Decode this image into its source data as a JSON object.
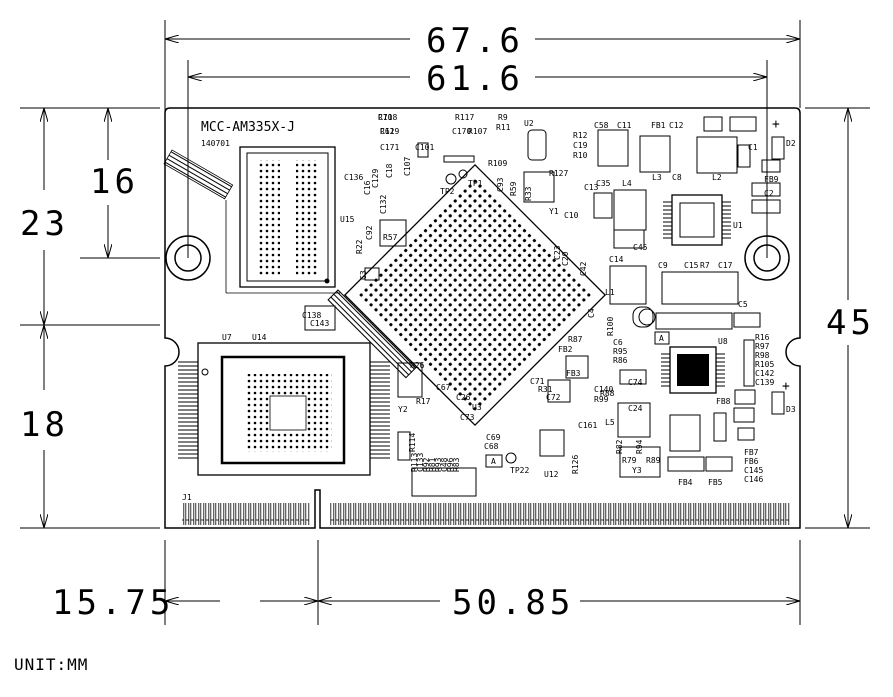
{
  "board": {
    "name": "MCC-AM335X-J",
    "date_code": "140701"
  },
  "dimensions": {
    "overall_width": "67.6",
    "hole_spacing": "61.6",
    "overall_height": "45",
    "top_to_hole": "16",
    "height_23": "23",
    "height_18": "18",
    "edge_offset": "15.75",
    "connector_length": "50.85"
  },
  "unit_label": "UNIT:MM",
  "components": {
    "u2": "U2",
    "u3": "U3",
    "u7": "U7",
    "u14": "U14",
    "u15": "U15",
    "u1": "U1",
    "u8": "U8",
    "u12": "U12",
    "y1": "Y1",
    "y2": "Y2",
    "y3": "Y3",
    "j1": "J1",
    "tp1": "TP1",
    "tp2": "TP2",
    "tp22": "TP22",
    "l1": "L1",
    "l2": "L2",
    "l3": "L3",
    "l4": "L4",
    "l5": "L5",
    "d2": "D2",
    "d3": "D3",
    "fb1": "FB1",
    "fb2": "FB2",
    "fb3": "FB3",
    "fb4": "FB4",
    "fb5": "FB5",
    "fb6": "FB6",
    "fb7": "FB7",
    "fb8": "FB8",
    "fb9": "FB9",
    "marker_a1": "A",
    "marker_a2": "A",
    "plus1": "+",
    "plus2": "+"
  },
  "ref_labels": [
    "R118",
    "R119",
    "C171",
    "C101",
    "R117",
    "R9",
    "R11",
    "C170",
    "R107",
    "R12",
    "C19",
    "R10",
    "R109",
    "R127",
    "C58",
    "C11",
    "C12",
    "C1",
    "C2",
    "C8",
    "C13",
    "C35",
    "C10",
    "C45",
    "C14",
    "C9",
    "C15",
    "R7",
    "C17",
    "C5",
    "C136",
    "C107",
    "C18",
    "C16",
    "C129",
    "C132",
    "C92",
    "R22",
    "C3",
    "C93",
    "R59",
    "R33",
    "C23",
    "C20",
    "C42",
    "C4",
    "R100",
    "C6",
    "R95",
    "R86",
    "R87",
    "R88",
    "C74",
    "C140",
    "R99",
    "C24",
    "R16",
    "R97",
    "R98",
    "R105",
    "C142",
    "C139",
    "C138",
    "C143",
    "R57",
    "R26",
    "C67",
    "R17",
    "C26",
    "C73",
    "C71",
    "R31",
    "C72",
    "C69",
    "C68",
    "C161",
    "R126",
    "R114",
    "R113",
    "C133",
    "R92",
    "R81",
    "R93",
    "C48",
    "R96",
    "R83",
    "R82",
    "R94",
    "R79",
    "R89",
    "C145",
    "C146",
    "C70",
    "C62"
  ]
}
